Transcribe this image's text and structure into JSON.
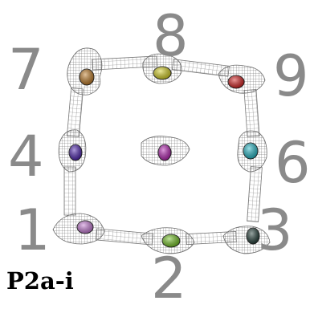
{
  "labels": {
    "n1": "1",
    "n2": "2",
    "n3": "3",
    "n4": "4",
    "n6": "6",
    "n7": "7",
    "n8": "8",
    "n9": "9"
  },
  "caption": "P2a-i",
  "colors": {
    "number_gray": "#8a8a8a",
    "mesh": "#6f6f6f",
    "site_1": "#c77ad6",
    "site_2": "#72c41f",
    "site_3": "#1f3b35",
    "site_4": "#4a1fb0",
    "site_5": "#b61fb3",
    "site_6": "#20b9c8",
    "site_7": "#c07a22",
    "site_8": "#d8d21f",
    "site_9": "#d81b1b"
  }
}
